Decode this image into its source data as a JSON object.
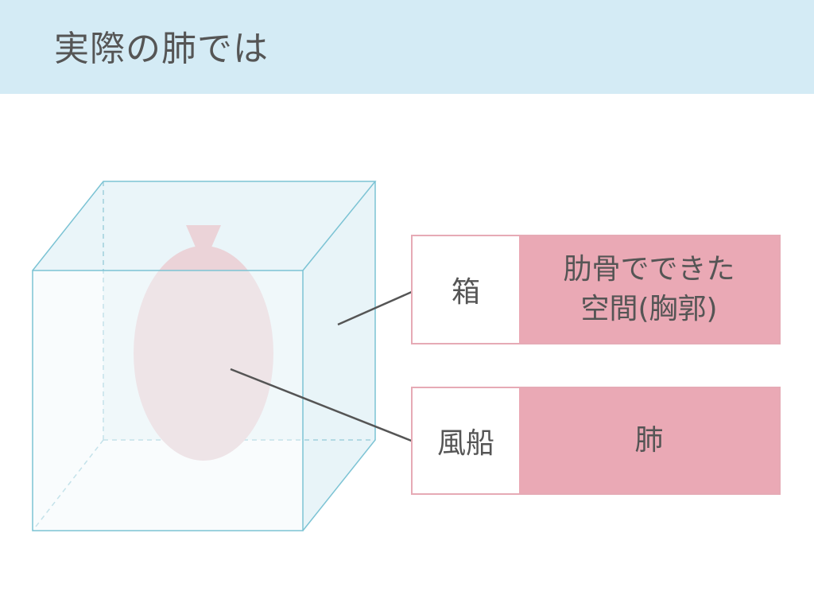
{
  "header": {
    "title": "実際の肺では"
  },
  "diagram": {
    "box_color": "#7cc3d4",
    "box_fill": "#eef7fa",
    "balloon_color": "#ebd3d8",
    "line_color": "#555555"
  },
  "labels": [
    {
      "key": "箱",
      "value": "肋骨でできた\n空間(胸郭)"
    },
    {
      "key": "風船",
      "value": "肺"
    }
  ],
  "colors": {
    "header_bg": "#d4ebf5",
    "label_value_bg": "#eaa9b5",
    "label_border": "#e6aab5",
    "text": "#555555"
  }
}
